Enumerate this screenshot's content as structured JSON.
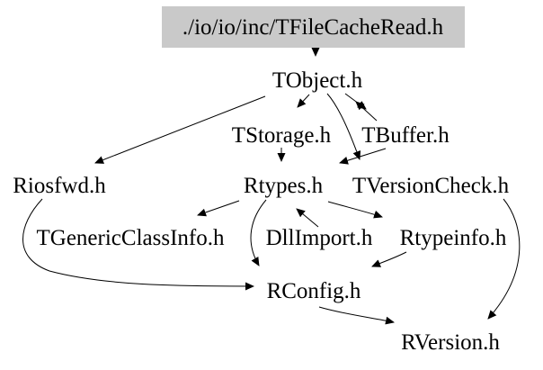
{
  "diagram": {
    "type": "include-dependency-graph",
    "root": {
      "label": "./io/io/inc/TFileCacheRead.h",
      "highlighted": true
    },
    "nodes": [
      {
        "id": "root",
        "label": "./io/io/inc/TFileCacheRead.h"
      },
      {
        "id": "tobject",
        "label": "TObject.h"
      },
      {
        "id": "tstorage",
        "label": "TStorage.h"
      },
      {
        "id": "tbuffer",
        "label": "TBuffer.h"
      },
      {
        "id": "riosfwd",
        "label": "Riosfwd.h"
      },
      {
        "id": "rtypes",
        "label": "Rtypes.h"
      },
      {
        "id": "tversioncheck",
        "label": "TVersionCheck.h"
      },
      {
        "id": "tgenericclassinfo",
        "label": "TGenericClassInfo.h"
      },
      {
        "id": "dllimport",
        "label": "DllImport.h"
      },
      {
        "id": "rtypeinfo",
        "label": "Rtypeinfo.h"
      },
      {
        "id": "rconfig",
        "label": "RConfig.h"
      },
      {
        "id": "rversion",
        "label": "RVersion.h"
      }
    ],
    "edges": [
      {
        "from": "./io/io/inc/TFileCacheRead.h",
        "to": "TObject.h"
      },
      {
        "from": "TObject.h",
        "to": "Riosfwd.h"
      },
      {
        "from": "TObject.h",
        "to": "TStorage.h"
      },
      {
        "from": "TObject.h",
        "to": "TBuffer.h"
      },
      {
        "from": "TBuffer.h",
        "to": "TObject.h"
      },
      {
        "from": "TObject.h",
        "to": "TVersionCheck.h"
      },
      {
        "from": "TBuffer.h",
        "to": "Rtypes.h"
      },
      {
        "from": "TStorage.h",
        "to": "Rtypes.h"
      },
      {
        "from": "Rtypes.h",
        "to": "TGenericClassInfo.h"
      },
      {
        "from": "DllImport.h",
        "to": "Rtypes.h"
      },
      {
        "from": "Rtypes.h",
        "to": "RConfig.h"
      },
      {
        "from": "Rtypes.h",
        "to": "Rtypeinfo.h"
      },
      {
        "from": "Riosfwd.h",
        "to": "RConfig.h"
      },
      {
        "from": "Rtypeinfo.h",
        "to": "RConfig.h"
      },
      {
        "from": "RConfig.h",
        "to": "RVersion.h"
      },
      {
        "from": "TVersionCheck.h",
        "to": "RVersion.h"
      }
    ],
    "colors": {
      "background": "#ffffff",
      "highlight_bg": "#c9c9c9",
      "edge": "#000000",
      "text": "#000000"
    }
  }
}
